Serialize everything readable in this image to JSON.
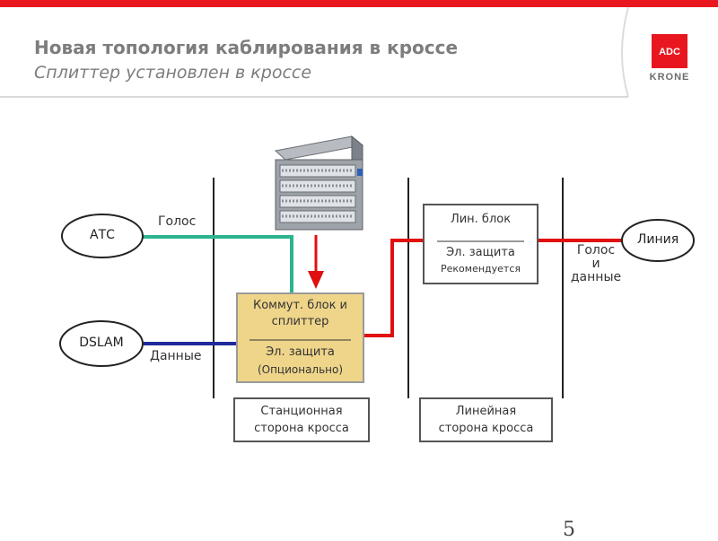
{
  "header": {
    "title": "Новая топология каблирования в кроссе",
    "subtitle": "Сплиттер установлен в кроссе"
  },
  "logo": {
    "mark": "ADC",
    "name": "KRONE"
  },
  "nodes": {
    "ats": "АТС",
    "dslam": "DSLAM",
    "line": "Линия"
  },
  "links": {
    "voice": "Голос",
    "data": "Данные",
    "voice_and_data": [
      "Голос",
      "и",
      "данные"
    ]
  },
  "switch_block": {
    "line1": "Коммут. блок и",
    "line2": "сплиттер",
    "protection": "Эл. защита",
    "note": "(Опционально)"
  },
  "line_block": {
    "title": "Лин. блок",
    "protection": "Эл. защита",
    "note": "Рекомендуется"
  },
  "sides": {
    "station": [
      "Станционная",
      "сторона кросса"
    ],
    "line": [
      "Линейная",
      "сторона кросса"
    ]
  },
  "page_number": "5",
  "colors": {
    "accent": "#e8171f",
    "voice_line": "#2bb48f",
    "data_line": "#1f2a9c",
    "line_red": "#e01010",
    "switch_fill": "#efd58a",
    "switch_border": "#9a9a9a"
  }
}
